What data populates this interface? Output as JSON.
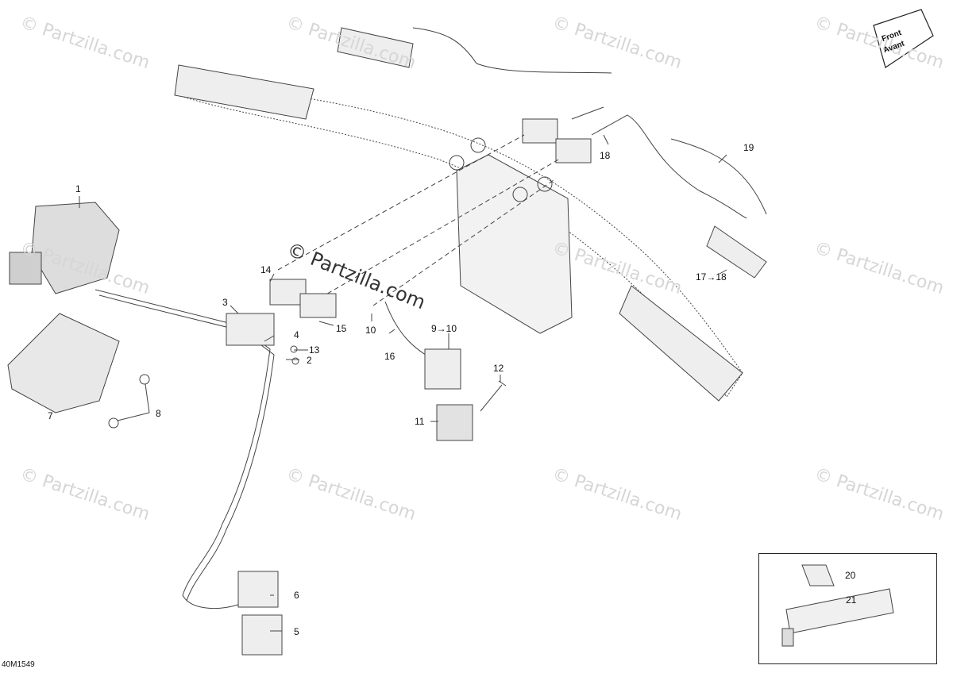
{
  "drawing_id": "40M1549",
  "direction_badge": {
    "line1": "Front",
    "line2": "Avant"
  },
  "watermark": "© Partzilla.com",
  "callouts": [
    {
      "id": "c1",
      "text": "1"
    },
    {
      "id": "c2",
      "text": "2"
    },
    {
      "id": "c3",
      "text": "3"
    },
    {
      "id": "c4",
      "text": "4"
    },
    {
      "id": "c5",
      "text": "5"
    },
    {
      "id": "c6",
      "text": "6"
    },
    {
      "id": "c7",
      "text": "7"
    },
    {
      "id": "c8",
      "text": "8"
    },
    {
      "id": "c9",
      "text": "9→10"
    },
    {
      "id": "c10",
      "text": "10"
    },
    {
      "id": "c11",
      "text": "11"
    },
    {
      "id": "c12",
      "text": "12"
    },
    {
      "id": "c13",
      "text": "13"
    },
    {
      "id": "c14",
      "text": "14"
    },
    {
      "id": "c15",
      "text": "15"
    },
    {
      "id": "c16",
      "text": "16"
    },
    {
      "id": "c17",
      "text": "17→18"
    },
    {
      "id": "c18",
      "text": "18"
    },
    {
      "id": "c19",
      "text": "19"
    },
    {
      "id": "c20",
      "text": "20"
    },
    {
      "id": "c21",
      "text": "21"
    }
  ]
}
